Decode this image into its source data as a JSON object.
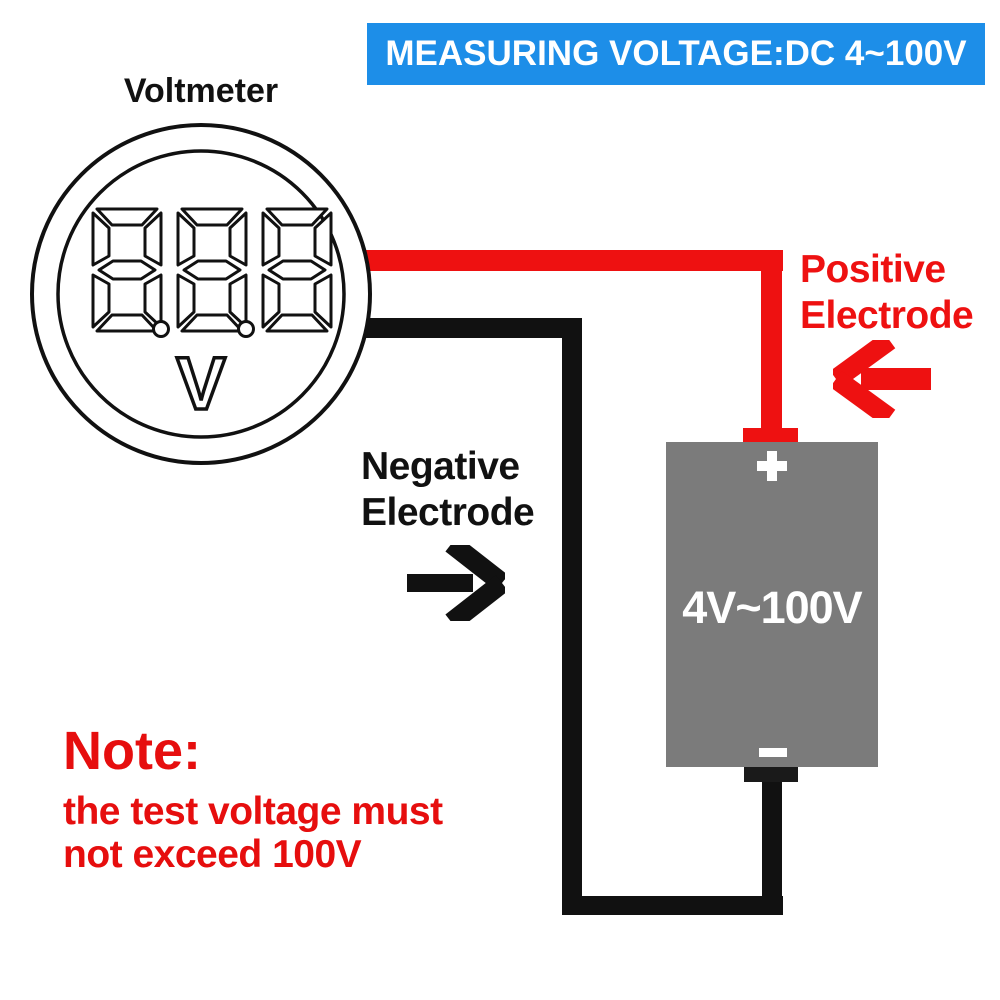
{
  "banner": {
    "label": "MEASURING VOLTAGE:DC 4~100V"
  },
  "voltmeter": {
    "title": "Voltmeter",
    "display_value": "888",
    "decimal_points_shown": 2,
    "unit": "V"
  },
  "battery": {
    "voltage_range": "4V~100V",
    "positive_terminal_symbol": "+",
    "negative_terminal_symbol": "−"
  },
  "labels": {
    "positive_electrode": {
      "line1": "Positive",
      "line2": "Electrode"
    },
    "negative_electrode": {
      "line1": "Negative",
      "line2": "Electrode"
    }
  },
  "note": {
    "title": "Note:",
    "line1": "the test voltage must",
    "line2": "not exceed 100V"
  },
  "colors": {
    "banner_bg": "#1d8ee8",
    "banner_text": "#ffffff",
    "positive_wire_red": "#ee1111",
    "negative_wire_black": "#111111",
    "battery_gray": "#7b7b7b",
    "battery_text": "#ffffff",
    "background": "#ffffff"
  }
}
